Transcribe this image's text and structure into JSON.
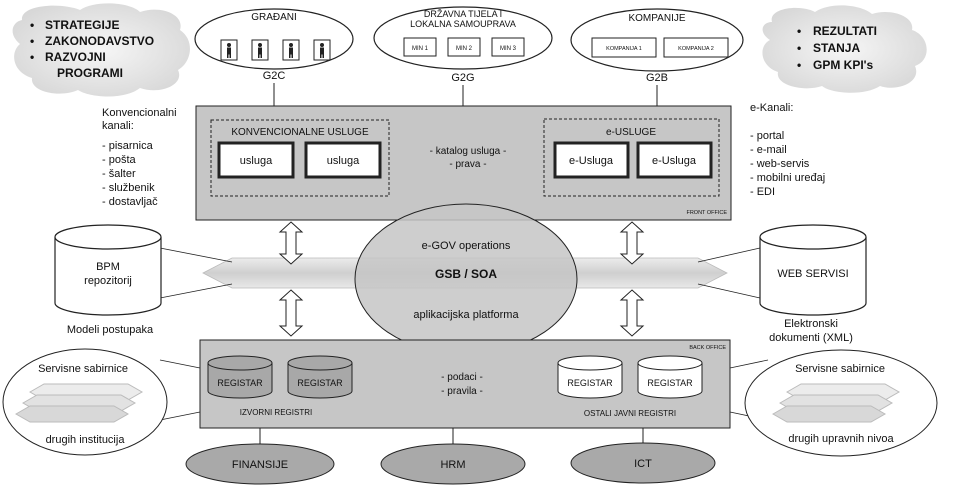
{
  "top_left_cloud": [
    "STRATEGIJE",
    "ZAKONODAVSTVO",
    "RAZVOJNI",
    "PROGRAMI"
  ],
  "top_right_cloud": [
    "REZULTATI",
    "STANJA",
    "GPM KPI's"
  ],
  "citizens": {
    "title": "GRAĐANI",
    "label": "G2C"
  },
  "government": {
    "title_line1": "DRŽAVNA TIJELA I",
    "title_line2": "LOKALNA SAMOUPRAVA",
    "label": "G2G",
    "boxes": [
      "MIN 1",
      "MIN 2",
      "MIN 3"
    ]
  },
  "companies": {
    "title": "KOMPANIJE",
    "label": "G2B",
    "boxes": [
      "KOMPANIJA 1",
      "KOMPANIJA 2"
    ]
  },
  "conventional_channels": {
    "title_line1": "Konvencionalni",
    "title_line2": "kanali:",
    "items": [
      "- pisarnica",
      "- pošta",
      "- šalter",
      "- službenik",
      "- dostavljač"
    ]
  },
  "e_channels": {
    "title": "e-Kanali:",
    "items": [
      "- portal",
      "- e-mail",
      "- web-servis",
      "- mobilni uređaj",
      "- EDI"
    ]
  },
  "front_office": {
    "label": "FRONT OFFICE",
    "conventional_title": "KONVENCIONALNE USLUGE",
    "conventional_buttons": [
      "usluga",
      "usluga"
    ],
    "catalog_line1": "- katalog usluga -",
    "catalog_line2": "- prava -",
    "e_title": "e-USLUGE",
    "e_buttons": [
      "e-Usluga",
      "e-Usluga"
    ]
  },
  "center": {
    "operations": "e-GOV operations",
    "bus": "GSB / SOA",
    "platform": "aplikacijska platforma"
  },
  "bpm": {
    "line1": "BPM",
    "line2": "repozitorij",
    "caption": "Modeli postupaka"
  },
  "web_services": {
    "label": "WEB SERVISI",
    "caption_line1": "Elektronski",
    "caption_line2": "dokumenti (XML)"
  },
  "back_office": {
    "label": "BACK OFFICE",
    "left_registers": [
      "REGISTAR",
      "REGISTAR"
    ],
    "left_caption": "IZVORNI REGISTRI",
    "data_line1": "- podaci -",
    "data_line2": "- pravila -",
    "right_registers": [
      "REGISTAR",
      "REGISTAR"
    ],
    "right_caption": "OSTALI JAVNI REGISTRI"
  },
  "left_bus": {
    "top": "Servisne sabirnice",
    "bottom": "drugih institucija"
  },
  "right_bus": {
    "top": "Servisne sabirnice",
    "bottom": "drugih upravnih nivoa"
  },
  "bottom_systems": [
    "FINANSIJE",
    "HRM",
    "ICT"
  ]
}
